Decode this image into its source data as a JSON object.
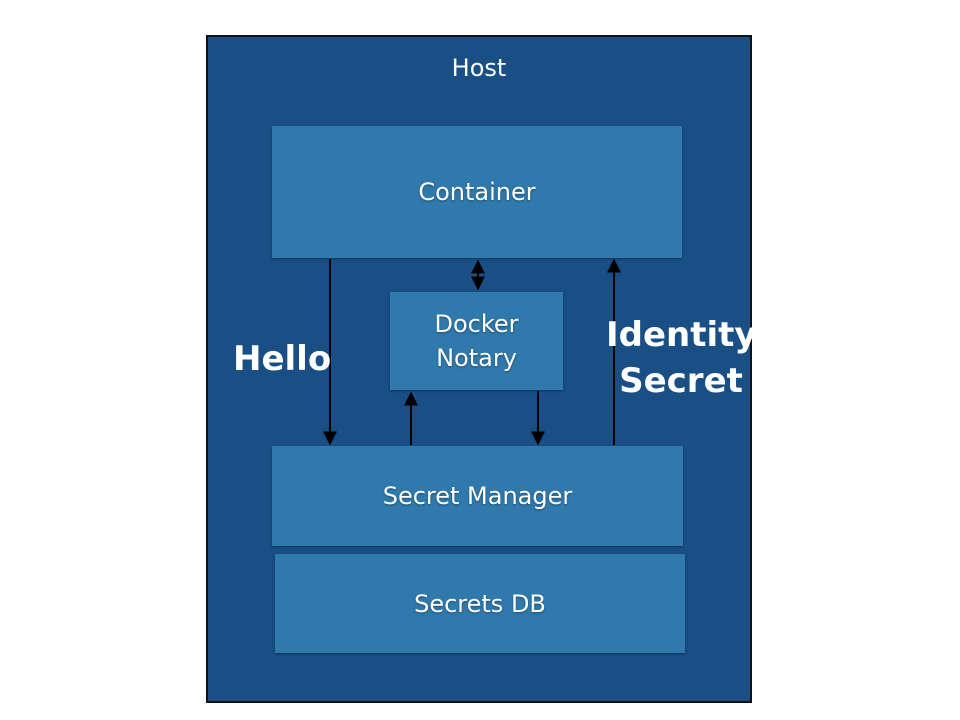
{
  "colors": {
    "host_fill": "#194f85",
    "box_fill": "#3079ac",
    "border": "#111111",
    "arrow": "#000000",
    "text": "#ffffff"
  },
  "host": {
    "title": "Host"
  },
  "boxes": {
    "container": "Container",
    "notary_line1": "Docker",
    "notary_line2": "Notary",
    "secret_manager": "Secret Manager",
    "secrets_db": "Secrets DB"
  },
  "labels": {
    "hello": "Hello",
    "identity": "Identity",
    "secret": "Secret"
  }
}
